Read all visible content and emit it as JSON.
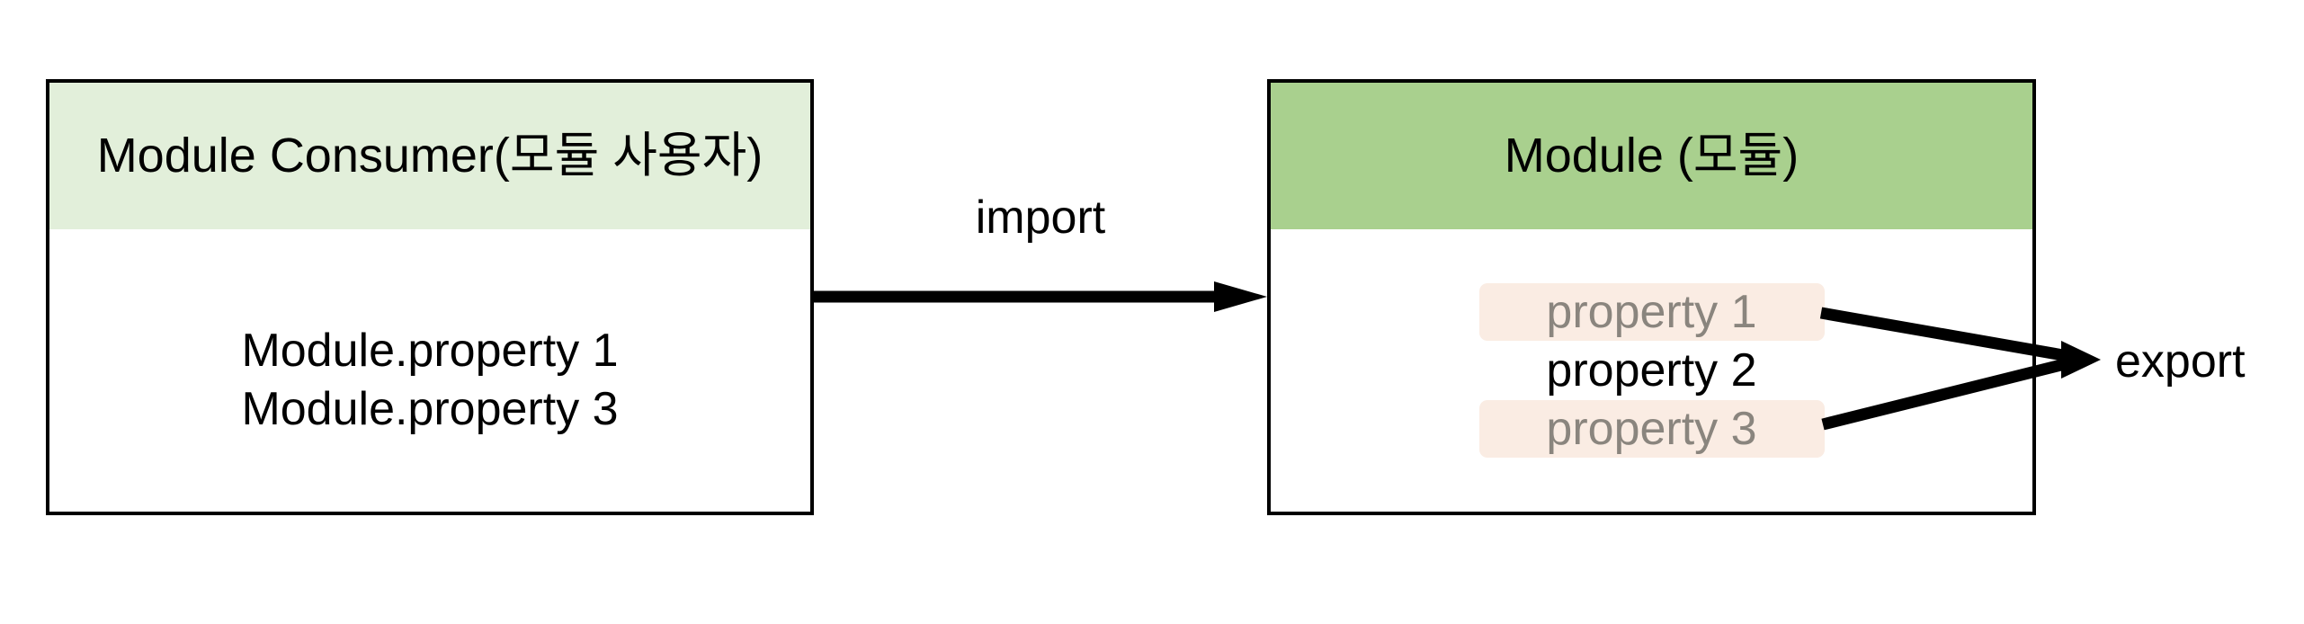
{
  "diagram": {
    "consumer_box": {
      "title": "Module Consumer(모듈 사용자)",
      "lines": [
        "Module.property 1",
        "Module.property 3"
      ]
    },
    "import_label": "import",
    "module_box": {
      "title": "Module (모듈)",
      "properties": [
        {
          "label": "property 1",
          "highlighted": true,
          "exported": true
        },
        {
          "label": "property 2",
          "highlighted": false,
          "exported": false
        },
        {
          "label": "property 3",
          "highlighted": true,
          "exported": true
        }
      ]
    },
    "export_label": "export",
    "colors": {
      "consumer_header_bg": "#E2EFDA",
      "module_header_bg": "#A9D08E",
      "property_highlight_bg": "#FAECE3",
      "property_highlight_text": "#8A857E",
      "arrow_color": "#000000",
      "box_border": "#000000"
    }
  }
}
